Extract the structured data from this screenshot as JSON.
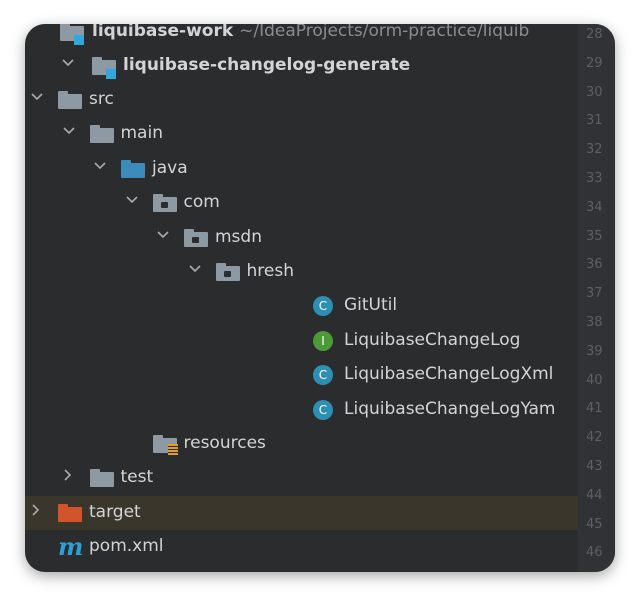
{
  "tree": {
    "root": {
      "name": "liquibase-work",
      "path": "~/IdeaProjects/orm-practice/liquib"
    },
    "module": "liquibase-changelog-generate",
    "src": "src",
    "main": "main",
    "java": "java",
    "com": "com",
    "msdn": "msdn",
    "hresh": "hresh",
    "files": [
      {
        "name": "GitUtil",
        "kind": "C",
        "color": "#2d8fb3"
      },
      {
        "name": "LiquibaseChangeLog",
        "kind": "I",
        "color": "#4b9a37"
      },
      {
        "name": "LiquibaseChangeLogXml",
        "kind": "C",
        "color": "#2d8fb3"
      },
      {
        "name": "LiquibaseChangeLogYam",
        "kind": "C",
        "color": "#2d8fb3"
      }
    ],
    "resources": "resources",
    "test": "test",
    "target": "target",
    "pom": "pom.xml",
    "pom_icon": "m"
  },
  "line_numbers": [
    "28",
    "29",
    "30",
    "31",
    "32",
    "33",
    "34",
    "35",
    "36",
    "37",
    "38",
    "39",
    "40",
    "41",
    "42",
    "43",
    "44",
    "45",
    "46"
  ],
  "colors": {
    "folder": "#8e9aa3",
    "source_folder": "#3d8bbb",
    "excluded_folder": "#d2542b",
    "module_badge": "#2fa8de",
    "selected_row": "#3a362c"
  }
}
